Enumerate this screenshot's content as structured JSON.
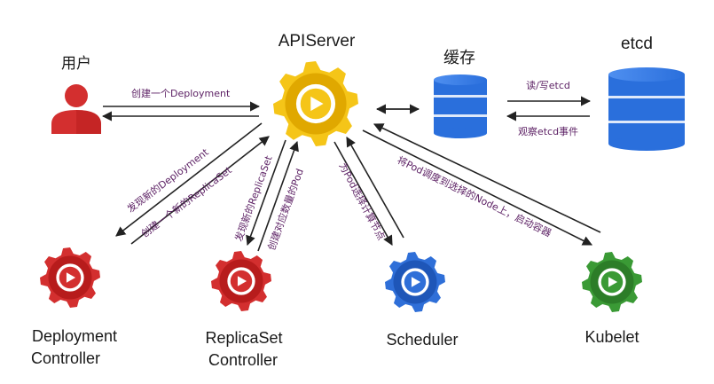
{
  "nodes": {
    "user": {
      "label": "用户"
    },
    "apiserver": {
      "label": "APIServer"
    },
    "cache": {
      "label": "缓存"
    },
    "etcd": {
      "label": "etcd"
    },
    "deployment_controller": {
      "label_line1": "Deployment",
      "label_line2": "Controller"
    },
    "replicaset_controller": {
      "label_line1": "ReplicaSet",
      "label_line2": "Controller"
    },
    "scheduler": {
      "label": "Scheduler"
    },
    "kubelet": {
      "label": "Kubelet"
    }
  },
  "edges": {
    "create_deployment": "创建一个Deployment",
    "read_write_etcd": "读/写etcd",
    "watch_etcd_events": "观察etcd事件",
    "discover_new_deployment": "发现新的Deployment",
    "create_new_replicaset": "创建一个新的ReplicaSet",
    "discover_new_replicaset": "发现新的ReplicaSet",
    "create_pods": "创建对应数量的Pod",
    "select_node_for_pod": "为Pod选择计算节点",
    "bind_pod_start_container": "将Pod调度到选择的Node上，启动容器"
  },
  "colors": {
    "apiserver": "#f5c518",
    "deployment_controller": "#d32f2f",
    "replicaset_controller": "#d32f2f",
    "scheduler": "#2f6fd8",
    "kubelet": "#3a9a35",
    "user": "#d32f2f",
    "database": "#2a6fdc"
  }
}
